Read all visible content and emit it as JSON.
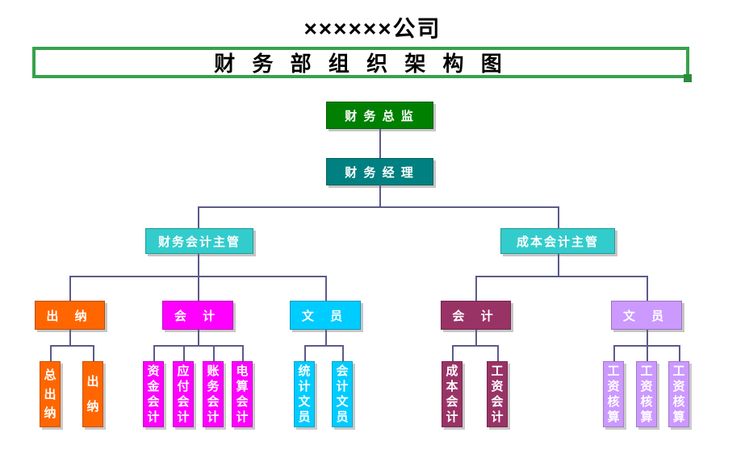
{
  "page": {
    "company_title": "××××××公司",
    "diagram_title": "财 务 部 组 织 架 构 图"
  },
  "colors": {
    "director": "#008000",
    "manager": "#008080",
    "supervisor": "#33CCCC",
    "cashier": "#FF6600",
    "accounting_finance": "#FF00FF",
    "clerk_finance": "#00CCFF",
    "accounting_cost": "#993366",
    "clerk_cost": "#CC99FF",
    "connector": "#5B5B8A",
    "title_border": "#36A24A"
  },
  "org": {
    "director": "财 务 总 监",
    "manager": "财 务 经 理",
    "sup_finance": "财务会计主管",
    "sup_cost": "成本会计主管",
    "dept": {
      "cashier": "出 纳",
      "accounting_finance": "会 计",
      "clerk_finance": "文 员",
      "accounting_cost": "会 计",
      "clerk_cost": "文 员"
    },
    "leaves": [
      "总出纳",
      "出纳",
      "资金会计",
      "应付会计",
      "账务会计",
      "电算会计",
      "统计文员",
      "会计文员",
      "成本会计",
      "工资会计",
      "工资核算",
      "工资核算",
      "工资核算"
    ]
  }
}
